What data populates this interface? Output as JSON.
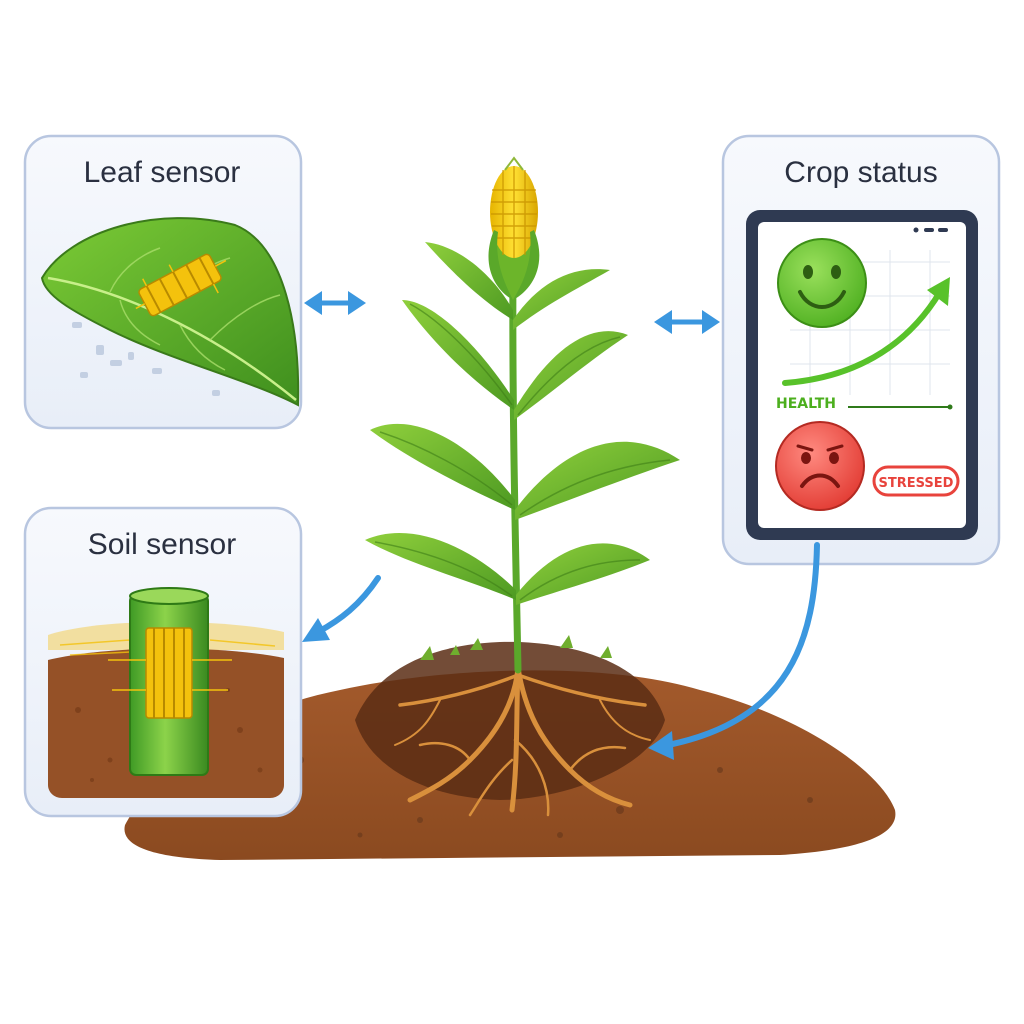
{
  "panels": {
    "leaf": {
      "title": "Leaf sensor"
    },
    "soil": {
      "title": "Soil sensor"
    },
    "crop": {
      "title": "Crop status",
      "health_label": "HEALTH",
      "stressed_label": "STRESSED"
    }
  },
  "colors": {
    "panel_border": "#b8c6e0",
    "arrow": "#3b97df",
    "healthy": "#58c22a",
    "stressed": "#e8433c",
    "soil": "#8a4a22",
    "leaf": "#5aa82a"
  }
}
